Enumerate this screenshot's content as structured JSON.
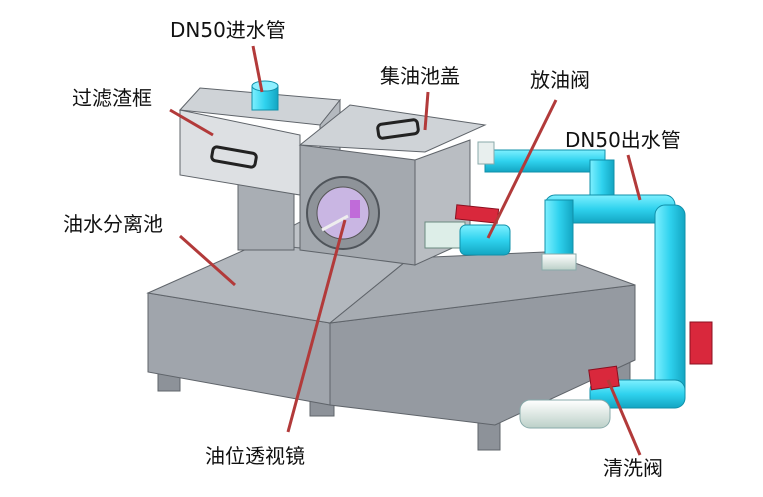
{
  "labels": {
    "inlet_pipe": "DN50进水管",
    "filter_basket": "过滤渣框",
    "oil_tank_cover": "集油池盖",
    "oil_drain_valve": "放油阀",
    "outlet_pipe": "DN50出水管",
    "separation_tank": "油水分离池",
    "sight_glass": "油位透视镜",
    "cleaning_valve": "清洗阀"
  },
  "colors": {
    "tank_body": "#9ea3aa",
    "tank_dark": "#7d8289",
    "tank_light": "#c3c7cc",
    "pipe_cyan": "#35d8f0",
    "pipe_cyan_dark": "#1ab2cc",
    "valve_red": "#d9283c",
    "leader_line": "#b23a3a"
  }
}
